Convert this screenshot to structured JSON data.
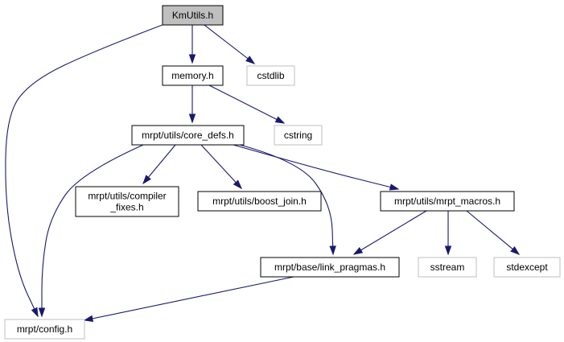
{
  "nodes": [
    {
      "id": "kmutils",
      "name": "node-kmutils-h",
      "label": "KmUtils.h",
      "style": "focus"
    },
    {
      "id": "memory",
      "name": "node-memory-h",
      "label": "memory.h",
      "style": "normal"
    },
    {
      "id": "cstdlib",
      "name": "node-cstdlib",
      "label": "cstdlib",
      "style": "external"
    },
    {
      "id": "core_defs",
      "name": "node-core-defs-h",
      "label": "mrpt/utils/core_defs.h",
      "style": "normal"
    },
    {
      "id": "cstring",
      "name": "node-cstring",
      "label": "cstring",
      "style": "external"
    },
    {
      "id": "compiler_fixes",
      "name": "node-compiler-fixes-h",
      "label": [
        "mrpt/utils/compiler",
        "_fixes.h"
      ],
      "style": "normal"
    },
    {
      "id": "boost_join",
      "name": "node-boost-join-h",
      "label": "mrpt/utils/boost_join.h",
      "style": "normal"
    },
    {
      "id": "mrpt_macros",
      "name": "node-mrpt-macros-h",
      "label": "mrpt/utils/mrpt_macros.h",
      "style": "normal"
    },
    {
      "id": "link_pragmas",
      "name": "node-link-pragmas-h",
      "label": "mrpt/base/link_pragmas.h",
      "style": "normal"
    },
    {
      "id": "sstream",
      "name": "node-sstream",
      "label": "sstream",
      "style": "external"
    },
    {
      "id": "stdexcept",
      "name": "node-stdexcept",
      "label": "stdexcept",
      "style": "external"
    },
    {
      "id": "config",
      "name": "node-config-h",
      "label": "mrpt/config.h",
      "style": "external"
    }
  ],
  "edges": [
    {
      "from": "kmutils",
      "to": "memory"
    },
    {
      "from": "kmutils",
      "to": "cstdlib"
    },
    {
      "from": "kmutils",
      "to": "config"
    },
    {
      "from": "memory",
      "to": "core_defs"
    },
    {
      "from": "memory",
      "to": "cstring"
    },
    {
      "from": "core_defs",
      "to": "compiler_fixes"
    },
    {
      "from": "core_defs",
      "to": "boost_join"
    },
    {
      "from": "core_defs",
      "to": "mrpt_macros"
    },
    {
      "from": "core_defs",
      "to": "link_pragmas"
    },
    {
      "from": "core_defs",
      "to": "config"
    },
    {
      "from": "mrpt_macros",
      "to": "link_pragmas"
    },
    {
      "from": "mrpt_macros",
      "to": "sstream"
    },
    {
      "from": "mrpt_macros",
      "to": "stdexcept"
    },
    {
      "from": "link_pragmas",
      "to": "config"
    }
  ],
  "colors": {
    "edge": "#191970",
    "focus_fill": "#bfbfbf",
    "node_fill": "#ffffff",
    "node_border": "#000000",
    "external_border": "#bfbfbf"
  }
}
